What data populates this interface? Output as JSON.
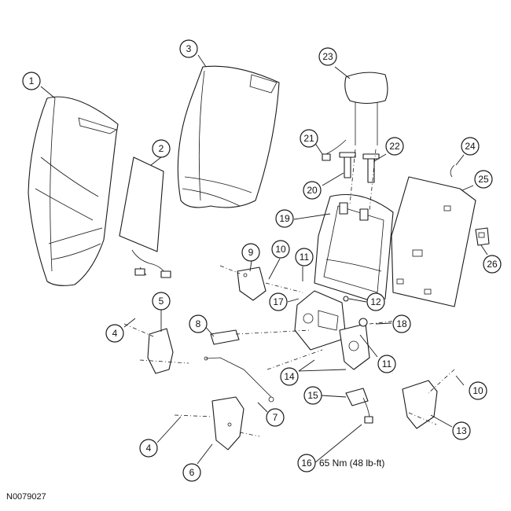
{
  "figure_id": "N0079027",
  "callouts": [
    {
      "id": "c1",
      "label": "1"
    },
    {
      "id": "c2",
      "label": "2"
    },
    {
      "id": "c3",
      "label": "3"
    },
    {
      "id": "c4a",
      "label": "4"
    },
    {
      "id": "c4b",
      "label": "4"
    },
    {
      "id": "c5",
      "label": "5"
    },
    {
      "id": "c6",
      "label": "6"
    },
    {
      "id": "c7",
      "label": "7"
    },
    {
      "id": "c8",
      "label": "8"
    },
    {
      "id": "c9",
      "label": "9"
    },
    {
      "id": "c10a",
      "label": "10"
    },
    {
      "id": "c10b",
      "label": "10"
    },
    {
      "id": "c11a",
      "label": "11"
    },
    {
      "id": "c11b",
      "label": "11"
    },
    {
      "id": "c12",
      "label": "12"
    },
    {
      "id": "c13",
      "label": "13"
    },
    {
      "id": "c14",
      "label": "14"
    },
    {
      "id": "c15",
      "label": "15"
    },
    {
      "id": "c16",
      "label": "16"
    },
    {
      "id": "c17",
      "label": "17"
    },
    {
      "id": "c18",
      "label": "18"
    },
    {
      "id": "c19",
      "label": "19"
    },
    {
      "id": "c20",
      "label": "20"
    },
    {
      "id": "c21",
      "label": "21"
    },
    {
      "id": "c22",
      "label": "22"
    },
    {
      "id": "c23",
      "label": "23"
    },
    {
      "id": "c24",
      "label": "24"
    },
    {
      "id": "c25",
      "label": "25"
    },
    {
      "id": "c26",
      "label": "26"
    }
  ],
  "torque_spec": "65 Nm (48 lb-ft)"
}
